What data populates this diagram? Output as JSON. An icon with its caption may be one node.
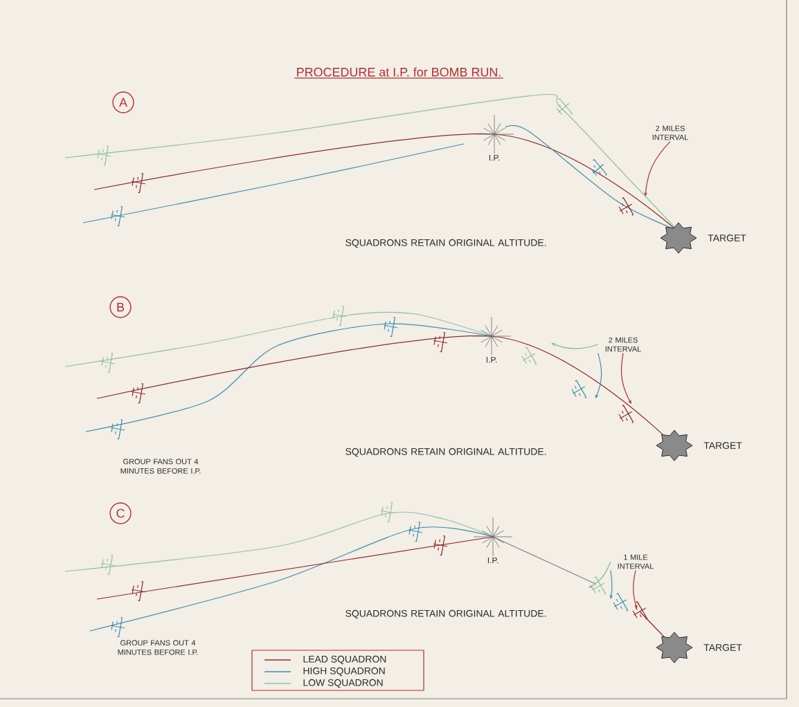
{
  "diagram": {
    "title": "PROCEDURE at I.P. for BOMB RUN.",
    "nodes": [
      {
        "text": [
          "A"
        ]
      },
      {
        "text": [
          "B"
        ]
      },
      {
        "text": [
          "C"
        ]
      },
      {
        "text": [
          "2 MILES INTERVAL"
        ]
      },
      {
        "text": [
          "2 MILES INTERVAL"
        ]
      },
      {
        "text": [
          "1 MILE INTERVAL"
        ]
      }
    ],
    "edges": [
      {
        "from": 3,
        "to": null,
        "arrow": "to",
        "color": "#b03030"
      },
      {
        "from": 4,
        "to": null,
        "arrow": "to",
        "color": "#7fb89a"
      },
      {
        "from": 4,
        "to": null,
        "arrow": "to",
        "color": "#3a8fb0"
      },
      {
        "from": 4,
        "to": null,
        "arrow": "to",
        "color": "#b03030"
      },
      {
        "from": 5,
        "to": null,
        "arrow": "to",
        "color": "#7fb89a"
      },
      {
        "from": 5,
        "to": null,
        "arrow": "to",
        "color": "#3a8fb0"
      },
      {
        "from": 5,
        "to": null,
        "arrow": "to",
        "color": "#b03030"
      }
    ],
    "labels": [
      "I.P.",
      "SQUADRONS RETAIN ORIGINAL ALTITUDE.",
      "TARGET",
      "I.P.",
      "GROUP FANS OUT 4 MINUTES BEFORE I.P.",
      "SQUADRONS RETAIN ORIGINAL ALTITUDE.",
      "TARGET",
      "I.P.",
      "SQUADRONS RETAIN ORIGINAL ALTITUDE.",
      "GROUP FANS OUT 4 MINUTES BEFORE I.P.",
      "TARGET"
    ],
    "legend": [
      {
        "text": "LEAD SQUADRON"
      },
      {
        "text": "HIGH SQUADRON"
      },
      {
        "text": "LOW SQUADRON"
      }
    ]
  }
}
